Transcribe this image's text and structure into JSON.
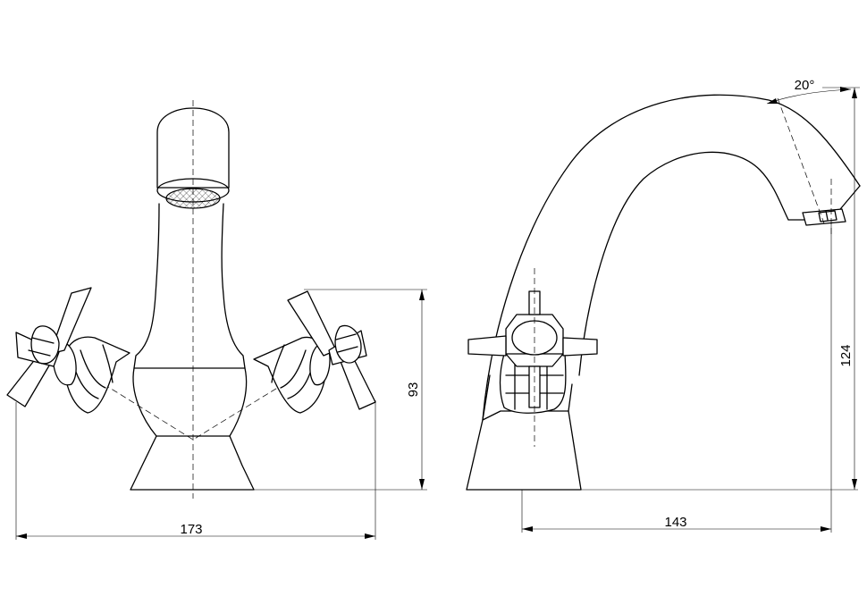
{
  "dimensions": {
    "front_width": "173",
    "front_height": "93",
    "side_reach": "143",
    "side_height": "124",
    "spout_angle": "20°"
  },
  "views": [
    "front-view",
    "side-view"
  ],
  "line_color": "#000000",
  "background_color": "#ffffff"
}
